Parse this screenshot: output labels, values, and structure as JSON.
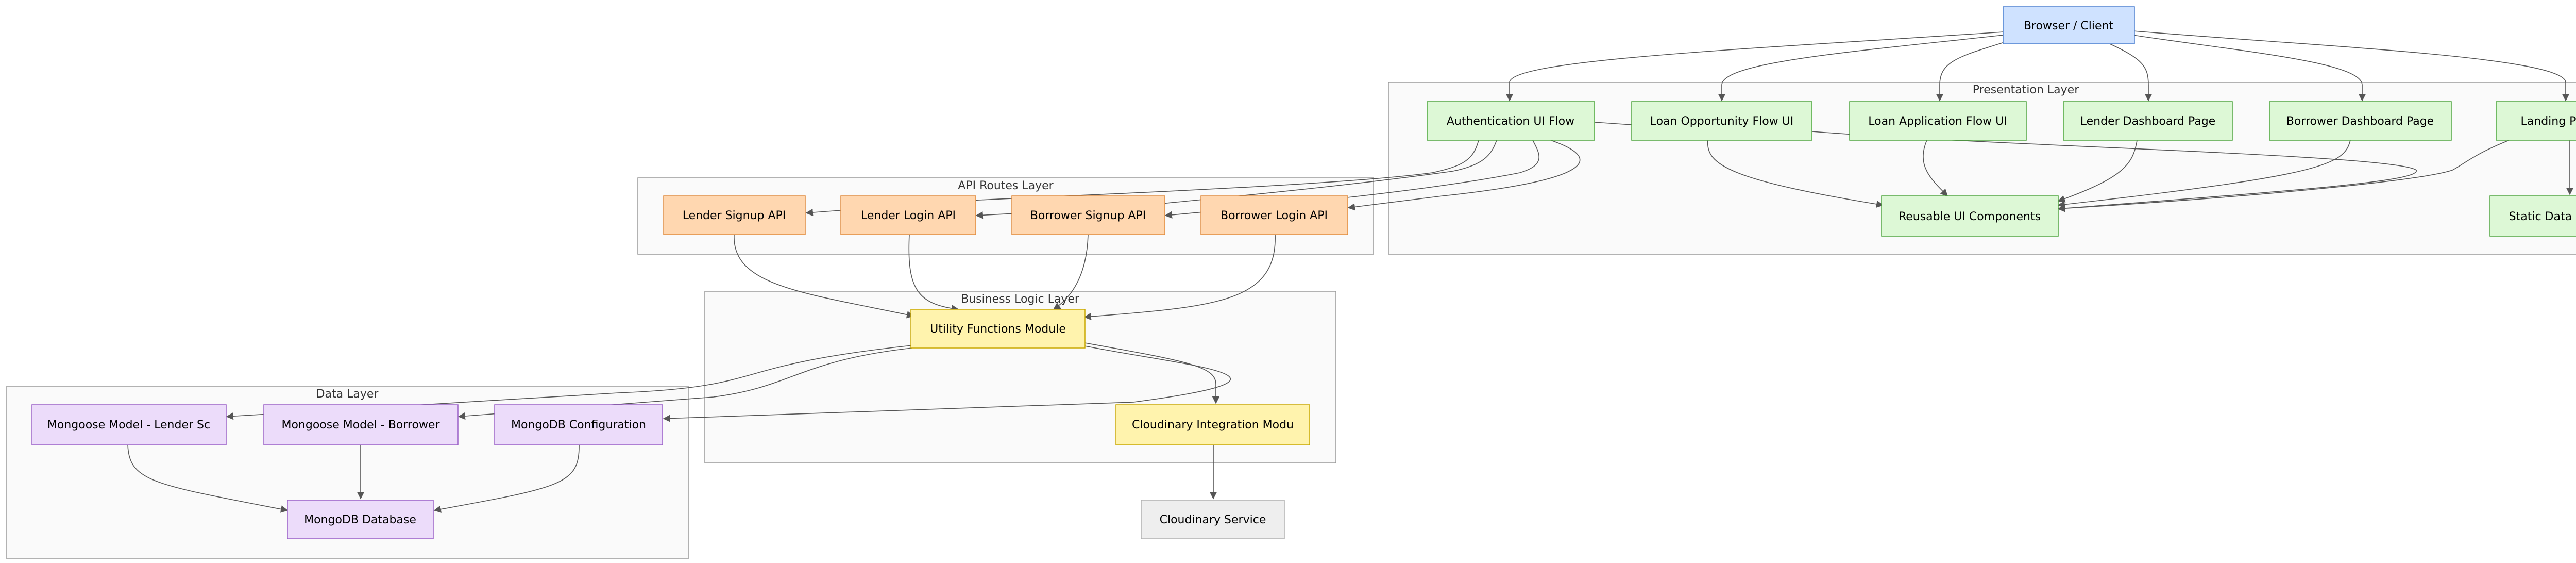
{
  "clusters": {
    "presentation": "Presentation Layer",
    "api": "API Routes Layer",
    "business": "Business Logic Layer",
    "data": "Data Layer"
  },
  "nodes": {
    "browser": "Browser / Client",
    "auth_ui": "Authentication UI Flow",
    "loan_opp_ui": "Loan Opportunity Flow UI",
    "loan_app_ui": "Loan Application Flow UI",
    "lender_dash": "Lender Dashboard Page",
    "borrower_dash": "Borrower Dashboard Page",
    "landing_ui": "Landing Pages UI",
    "reusable_ui": "Reusable UI Components",
    "static_data": "Static Data (Globe)",
    "lender_signup": "Lender Signup API",
    "lender_login": "Lender Login API",
    "borrower_signup": "Borrower Signup API",
    "borrower_login": "Borrower Login API",
    "utility": "Utility Functions Module",
    "cloudinary_int": "Cloudinary Integration Modu",
    "cloudinary_svc": "Cloudinary Service",
    "model_lender": "Mongoose Model - Lender Sc",
    "model_borrower": "Mongoose Model - Borrower",
    "mongo_config": "MongoDB Configuration",
    "mongo_db": "MongoDB Database"
  },
  "colors": {
    "client_fill": "#cfe2ff",
    "client_stroke": "#4a7fd0",
    "presentation_fill": "#ddf8d6",
    "presentation_stroke": "#4ca53c",
    "api_fill": "#ffd7b0",
    "api_stroke": "#e08a3c",
    "business_fill": "#fff3ad",
    "business_stroke": "#c9a800",
    "data_fill": "#ecdcfa",
    "data_stroke": "#9a5fc7",
    "external_fill": "#eeeeee",
    "external_stroke": "#b0b0b0",
    "edge": "#555555"
  }
}
